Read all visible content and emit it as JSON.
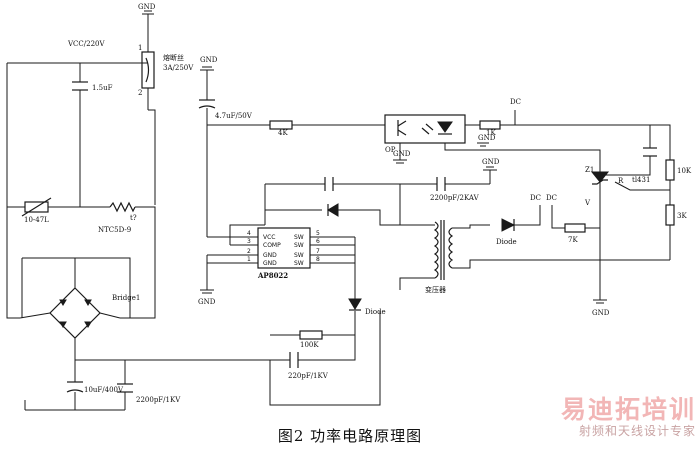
{
  "labels": {
    "gnd": "GND",
    "vcc": "VCC/220V",
    "fuse_title": "熔断丝",
    "fuse_rating": "3A/250V",
    "fuse_pin1": "1",
    "fuse_pin2": "2",
    "c_1_5uf": "1.5uF",
    "c_4_7uf": "4.7uF/50V",
    "r_4k": "4K",
    "r_1k": "1K",
    "dc_top": "DC",
    "op": "OP",
    "c_2200pf_2kv": "2200pF/2KAV",
    "z_label": "Z1",
    "tl431_r": "R",
    "tl431": "tl431",
    "r_10k": "10K",
    "r_3k": "3K",
    "v_label": "V",
    "ntc1": "10-47L",
    "ntc2": "NTC5D-9",
    "t7": "t?",
    "bridge": "Bridge1",
    "diode_out": "Diode",
    "dc_mid": "DC",
    "r_7k": "7K",
    "transformer": "变压器",
    "diode_mid": "Diode",
    "r_100k": "100K",
    "c_220pf": "220pF/1KV",
    "c_10uf": "10uF/400V",
    "c_2200pf_1kv": "2200pF/1KV",
    "ic": {
      "name": "AP8022",
      "pins_left": [
        {
          "num": "4",
          "name": "VCC"
        },
        {
          "num": "3",
          "name": "COMP"
        },
        {
          "num": "2",
          "name": "GND"
        },
        {
          "num": "1",
          "name": "GND"
        }
      ],
      "pins_right": [
        {
          "num": "5",
          "name": "SW"
        },
        {
          "num": "6",
          "name": "SW"
        },
        {
          "num": "7",
          "name": "SW"
        },
        {
          "num": "8",
          "name": "SW"
        }
      ]
    }
  },
  "caption": "图2  功率电路原理图",
  "watermark": {
    "main": "易迪拓培训",
    "sub": "射频和天线设计专家"
  }
}
